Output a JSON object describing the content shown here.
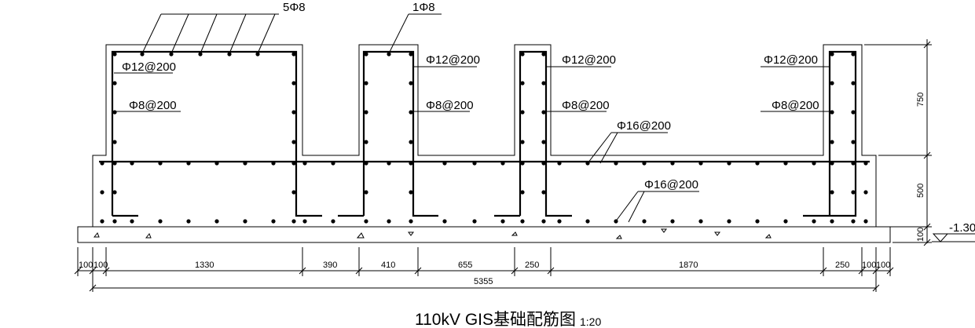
{
  "labels": {
    "top_bundle": "5Φ8",
    "top_single": "1Φ8",
    "stirrup_p1": "Φ12@200",
    "stirrup_p2": "Φ12@200",
    "stirrup_p3": "Φ12@200",
    "stirrup_p4": "Φ12@200",
    "side_p1": "Φ8@200",
    "side_p2": "Φ8@200",
    "side_p3": "Φ8@200",
    "side_p4": "Φ8@200",
    "base_upper": "Φ16@200",
    "base_lower": "Φ16@200",
    "elevation": "-1.30"
  },
  "dimensions": {
    "bottom_segments": [
      "100",
      "100",
      "1330",
      "390",
      "410",
      "655",
      "250",
      "1870",
      "250",
      "100",
      "100"
    ],
    "total": "5355",
    "vertical": [
      "750",
      "500",
      "100"
    ]
  },
  "title": {
    "main": "110kV GIS基础配筋图",
    "scale": "1:20"
  }
}
